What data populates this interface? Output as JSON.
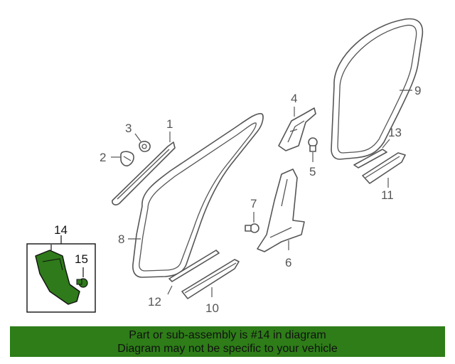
{
  "callouts": {
    "c1": "1",
    "c2": "2",
    "c3": "3",
    "c4": "4",
    "c5": "5",
    "c6": "6",
    "c7": "7",
    "c8": "8",
    "c9": "9",
    "c10": "10",
    "c11": "11",
    "c12": "12",
    "c13": "13",
    "c14": "14",
    "c15": "15"
  },
  "banner": {
    "line1": "Part or sub-assembly is #14 in diagram",
    "line2": "Diagram may not be specific to your vehicle"
  },
  "colors": {
    "highlight_part": "#2f7a1a",
    "banner_bg": "#2e7d18",
    "line_art": "#555555"
  }
}
